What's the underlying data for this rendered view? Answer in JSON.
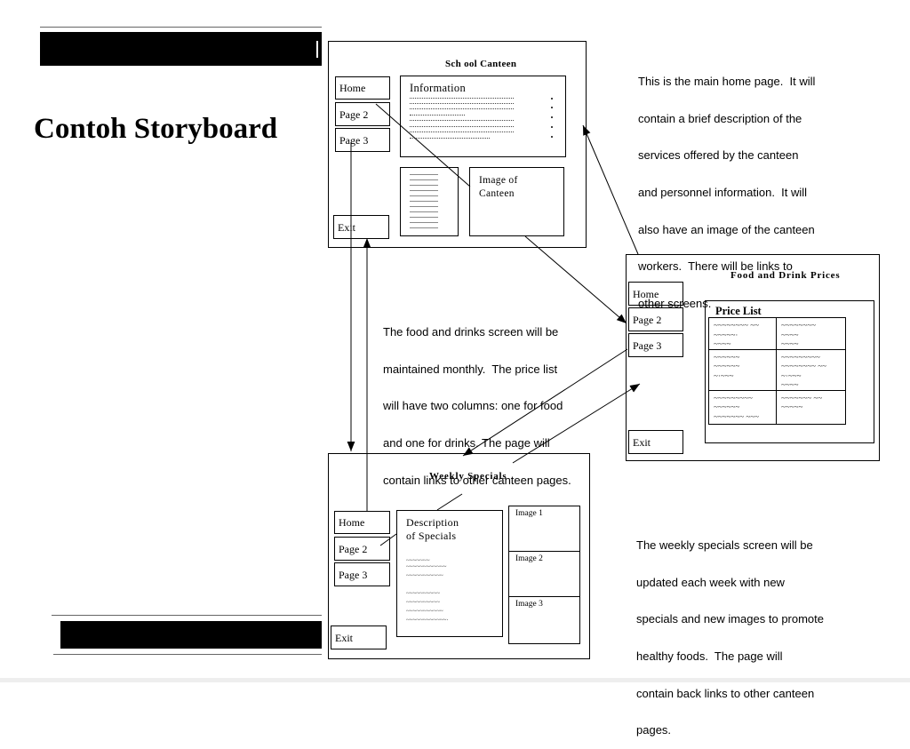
{
  "slide": {
    "title": "Contoh Storyboard"
  },
  "home_screen": {
    "title": "Sch ool Canteen",
    "nav": {
      "home": "Home",
      "page2": "Page 2",
      "page3": "Page 3",
      "exit": "Exit"
    },
    "info_heading": "Information",
    "image_caption": {
      "line1": "Image of",
      "line2": "Canteen"
    }
  },
  "prices_screen": {
    "title": "Food and Drink Prices",
    "nav": {
      "home": "Home",
      "page2": "Page 2",
      "page3": "Page 3",
      "exit": "Exit"
    },
    "price_list_heading": "Price List",
    "price_table": [
      [
        "~~~~~~~~ ~~\n~~~~~·\n~~~~",
        "~~~~~~~~\n~~~~\n~~~~"
      ],
      [
        "~~~~~~\n~~~~~~\n~·~~~",
        "~~~~~~~~~\n~~~~~~~~ ~~\n~·~~~\n~~~~"
      ],
      [
        "~~~~~~~~~\n~~~~~~\n~~~~~~~ ~~~",
        "~~~~~~~ ~~\n~~~~~"
      ]
    ]
  },
  "specials_screen": {
    "title": "Weekly Specials",
    "nav": {
      "home": "Home",
      "page2": "Page 2",
      "page3": "Page 3",
      "exit": "Exit"
    },
    "description_heading": {
      "line1": "Description",
      "line2": "of Specials"
    },
    "description_lines": [
      "~~~~~~~",
      "~~~~~~~~~~~~",
      "~~~~~~~~~~~",
      "~~~~~~~~~~",
      "~~~~~~~~~~",
      "~~~~~~~~~~~",
      "~~~~~~~~~~~~·"
    ],
    "image_slots": [
      "Image 1",
      "Image 2",
      "Image 3"
    ]
  },
  "notes": {
    "home": [
      "This is the main home page.  It will",
      "contain a brief description of the",
      "services offered by the canteen",
      "and personnel information.  It will",
      "also have an image of the canteen",
      "workers.  There will be links to",
      "other screens."
    ],
    "prices": [
      "The food and drinks screen will be",
      "maintained monthly.  The price list",
      "will have two columns: one for food",
      "and one for drinks. The page will",
      "contain links to other canteen pages."
    ],
    "specials": [
      "The weekly specials screen will be",
      "updated each week with new",
      "specials and new images to promote",
      "healthy foods.  The page will",
      "contain back links to other canteen",
      "pages."
    ]
  }
}
